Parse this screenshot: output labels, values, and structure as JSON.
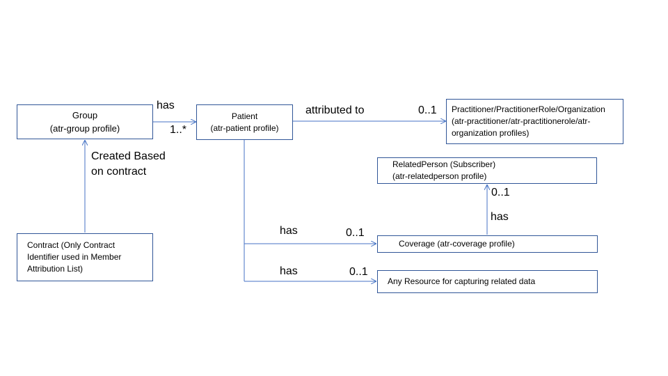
{
  "boxes": {
    "group": {
      "line1": "Group",
      "line2": "(atr-group profile)"
    },
    "patient": {
      "line1": "Patient",
      "line2": "(atr-patient profile)"
    },
    "practitioner": {
      "line1": "Practitioner/PractitionerRole/Organization",
      "line2": "(atr-practitioner/atr-practitionerole/atr-",
      "line3": "organization profiles)"
    },
    "related_person": {
      "line1": "RelatedPerson (Subscriber)",
      "line2": "(atr-relatedperson profile)"
    },
    "coverage": {
      "line1": "Coverage (atr-coverage profile)"
    },
    "any_resource": {
      "line1": "Any Resource for capturing related data"
    },
    "contract": {
      "line1": "Contract (Only Contract",
      "line2": "Identifier used in Member",
      "line3": "Attribution List)"
    }
  },
  "labels": {
    "group_patient_has": "has",
    "group_patient_mult": "1..*",
    "created_based_1": "Created Based",
    "created_based_2": "on contract",
    "attributed_to": "attributed to",
    "attributed_mult": "0..1",
    "coverage_has": "has",
    "coverage_mult": "0..1",
    "resource_has": "has",
    "resource_mult": "0..1",
    "related_has": "has",
    "related_mult": "0..1"
  },
  "colors": {
    "line": "#4472c4",
    "border": "#2f5597"
  }
}
